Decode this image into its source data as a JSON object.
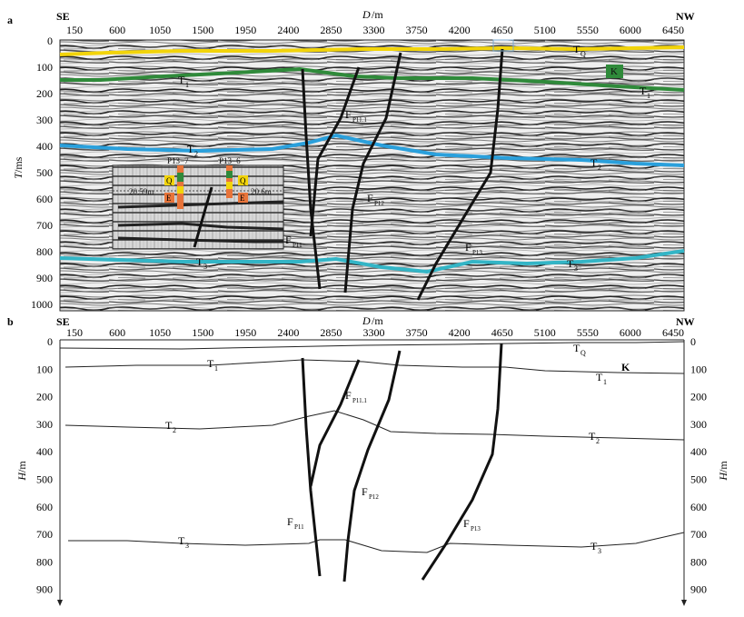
{
  "panel_a": {
    "label": "a",
    "left_dir": "SE",
    "right_dir": "NW",
    "distance_axis": {
      "label_italic": "D",
      "label_unit": "/m",
      "ticks": [
        "150",
        "600",
        "1050",
        "1500",
        "1950",
        "2400",
        "2850",
        "3300",
        "3750",
        "4200",
        "4650",
        "5100",
        "5550",
        "6000",
        "6450"
      ]
    },
    "time_axis": {
      "label_italic": "T",
      "label_unit": "/ms",
      "ticks": [
        "0",
        "100",
        "200",
        "300",
        "400",
        "500",
        "600",
        "700",
        "800",
        "900",
        "1000"
      ]
    },
    "horizon_labels": {
      "tq": "T",
      "tq_sub": "Q",
      "t1_left": "T",
      "t1_left_sub": "1",
      "t1_right": "T",
      "t1_right_sub": "1",
      "t2_left": "T",
      "t2_left_sub": "2",
      "t2_right": "T",
      "t2_right_sub": "2",
      "t3_left": "T",
      "t3_left_sub": "3",
      "t3_right": "T",
      "t3_right_sub": "3"
    },
    "fault_labels": {
      "fp111": "F",
      "fp111_sub": "P11.1",
      "fp12": "F",
      "fp12_sub": "P12",
      "fp11": "F",
      "fp11_sub": "P11",
      "fp13": "F",
      "fp13_sub": "P13"
    },
    "k_label": "K",
    "inset": {
      "well1": "P13−7",
      "well2": "P13−6",
      "depth1": "20.59m",
      "depth2": "20.6m",
      "q": "Q",
      "e": "E"
    }
  },
  "panel_b": {
    "label": "b",
    "left_dir": "SE",
    "right_dir": "NW",
    "distance_axis": {
      "label_italic": "D",
      "label_unit": "/m",
      "ticks": [
        "150",
        "600",
        "1050",
        "1500",
        "1950",
        "2400",
        "2850",
        "3300",
        "3750",
        "4200",
        "4650",
        "5100",
        "5550",
        "6000",
        "6450"
      ]
    },
    "depth_axis": {
      "label_italic": "H",
      "label_unit": "/m",
      "ticks": [
        "0",
        "100",
        "200",
        "300",
        "400",
        "500",
        "600",
        "700",
        "800",
        "900"
      ]
    },
    "horizon_labels": {
      "tq": "T",
      "tq_sub": "Q",
      "t1_left": "T",
      "t1_left_sub": "1",
      "t1_right": "T",
      "t1_right_sub": "1",
      "t2_left": "T",
      "t2_left_sub": "2",
      "t2_right": "T",
      "t2_right_sub": "2",
      "t3_left": "T",
      "t3_left_sub": "3",
      "t3_right": "T",
      "t3_right_sub": "3"
    },
    "fault_labels": {
      "fp111": "F",
      "fp111_sub": "P11.1",
      "fp12": "F",
      "fp12_sub": "P12",
      "fp11": "F",
      "fp11_sub": "P11",
      "fp13": "F",
      "fp13_sub": "P13"
    },
    "k_label": "K"
  },
  "colors": {
    "tq_horizon": "#f2d40a",
    "t1_horizon": "#2f8a3a",
    "t2_horizon": "#2aa0dc",
    "t3_horizon": "#33b5c6",
    "fault": "#111111",
    "k_box": "#2f8a3a",
    "q_box": "#f2d40a",
    "e_box": "#e8743a"
  }
}
